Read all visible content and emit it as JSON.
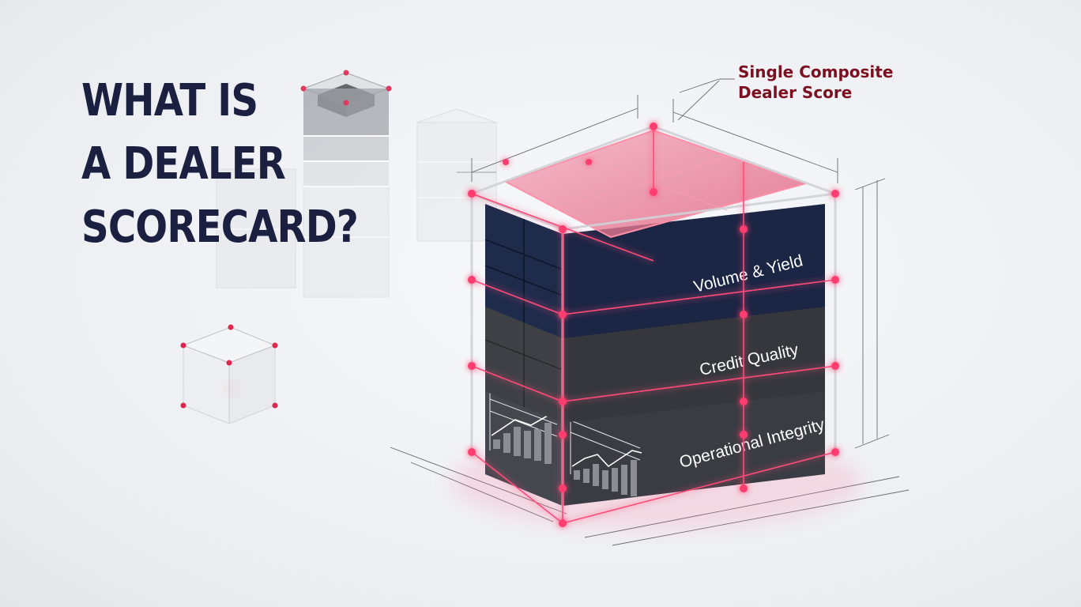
{
  "title": {
    "lines": [
      "WHAT IS",
      "A DEALER",
      "SCORECARD?"
    ],
    "color": "#1b2040"
  },
  "callout": {
    "lines": [
      "Single Composite",
      "Dealer Score"
    ],
    "color": "#7a1020"
  },
  "cube": {
    "layers": [
      {
        "label": "Volume & Yield",
        "color": "#1e2a4a"
      },
      {
        "label": "Credit Quality",
        "color": "#3a3c42"
      },
      {
        "label": "Operational Integrity",
        "color": "#3c3e46"
      }
    ],
    "top_panel": {
      "label": "",
      "color": "#e8728e"
    },
    "accent_color": "#ff3d6e"
  },
  "decor": {
    "icons": [
      "glass-cube-icon",
      "stacked-block-tower-icon",
      "bar-chart-icon",
      "line-chart-icon"
    ]
  }
}
